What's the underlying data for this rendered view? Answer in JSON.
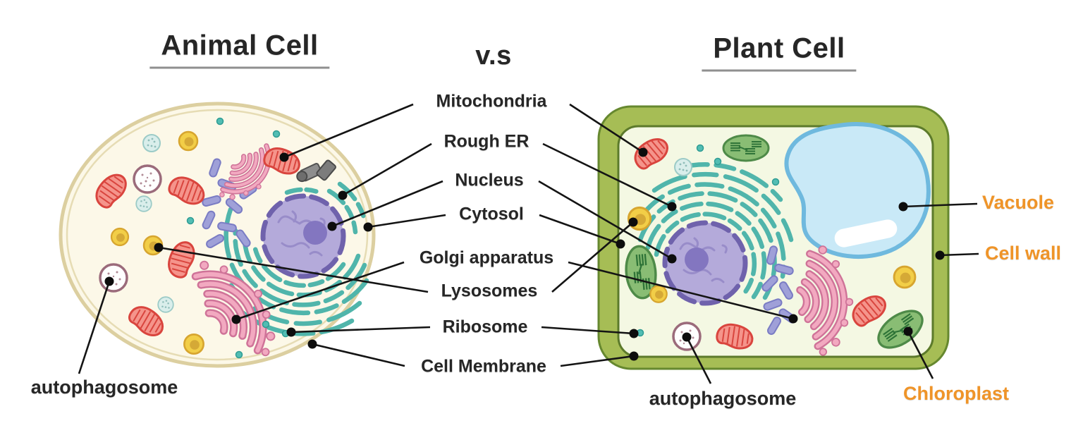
{
  "titles": {
    "animal": "Animal Cell",
    "versus": "v.s",
    "plant": "Plant Cell"
  },
  "organelle_labels": {
    "mitochondria": "Mitochondria",
    "rough_er": "Rough ER",
    "nucleus": "Nucleus",
    "cytosol": "Cytosol",
    "golgi_apparatus": "Golgi apparatus",
    "lysosomes": "Lysosomes",
    "ribosome": "Ribosome",
    "cell_membrane": "Cell Membrane"
  },
  "plant_only_labels": {
    "vacuole": "Vacuole",
    "cell_wall": "Cell wall",
    "chloroplast": "Chloroplast"
  },
  "animal_extra_labels": {
    "autophagosome": "autophagosome"
  },
  "plant_extra_labels": {
    "autophagosome": "autophagosome"
  },
  "colors": {
    "label_text": "#262626",
    "plant_only_label_text": "#ef9428",
    "leader_line": "#141414",
    "animal_membrane": "#dccfa0",
    "animal_cytoplasm": "#fcf8e8",
    "plant_wall": "#a6bd55",
    "plant_wall_edge": "#66882f",
    "plant_cytoplasm": "#f4f8e3",
    "nucleus_body": "#b4aada",
    "nucleus_envelope": "#6f62ac",
    "nucleolus": "#8376c0",
    "rough_er": "#50b5ab",
    "smooth_er": "#9fa0d8",
    "mitochondrion": "#f5948b",
    "mitochondrion_line": "#d9453e",
    "golgi": "#f2a9c0",
    "lysosome": "#f2ce47",
    "vesicle": "#d9eeeb",
    "autophagosome_ring": "#9b6b7b",
    "vacuole_fill": "#c9e9f7",
    "vacuole_edge": "#6fb9de",
    "chloroplast": "#89bd74",
    "ribosome_dot": "#52bdb3"
  }
}
